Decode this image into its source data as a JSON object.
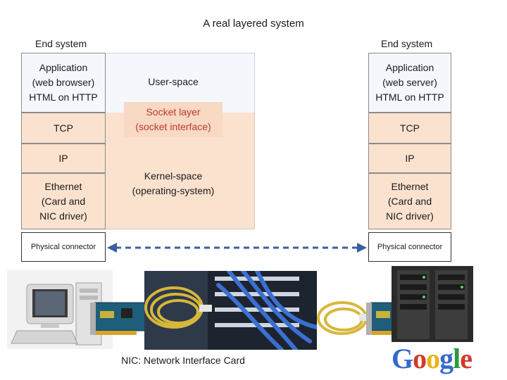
{
  "title": "A real layered system",
  "left": {
    "label": "End system",
    "application": [
      "Application",
      "(web browser)",
      "HTML on HTTP"
    ],
    "tcp": "TCP",
    "ip": "IP",
    "ethernet": [
      "Ethernet",
      "(Card and",
      "NIC driver)"
    ],
    "physical": "Physical connector"
  },
  "right": {
    "label": "End system",
    "application": [
      "Application",
      "(web server)",
      "HTML on HTTP"
    ],
    "tcp": "TCP",
    "ip": "IP",
    "ethernet": [
      "Ethernet",
      "(Card and",
      "NIC driver)"
    ],
    "physical": "Physical connector"
  },
  "regions": {
    "user_space": "User-space",
    "socket_layer": [
      "Socket layer",
      "(socket interface)"
    ],
    "kernel_space": [
      "Kernel-space",
      "(operating-system)"
    ]
  },
  "footer": "NIC: Network Interface Card",
  "logo": "Google",
  "colors": {
    "user_space_bg": "#f4f8fd",
    "kernel_space_bg": "#fbe2cf",
    "socket_text": "#c0392b",
    "link_arrow": "#3a5fa0"
  }
}
